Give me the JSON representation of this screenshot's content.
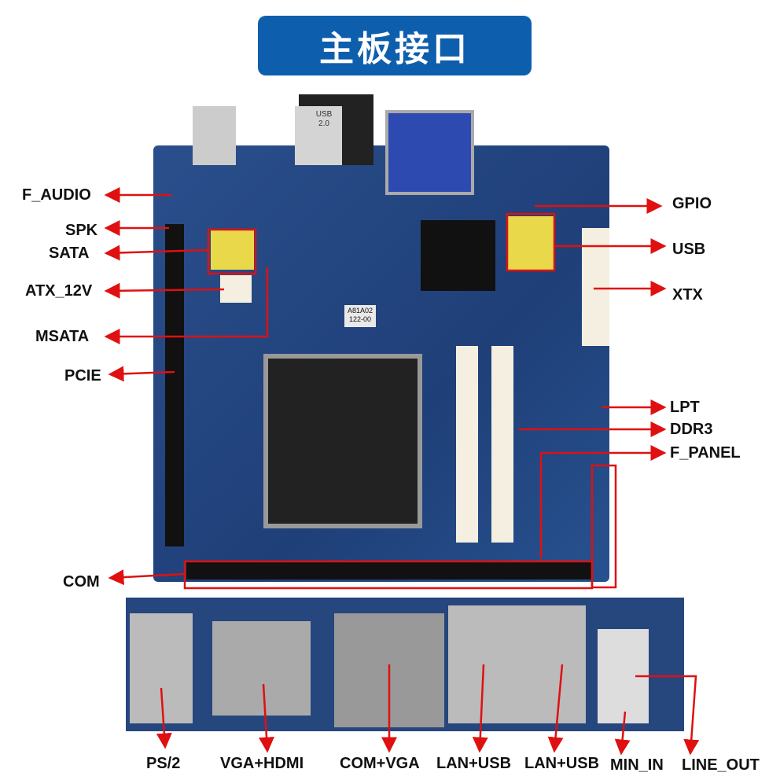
{
  "title": "主板接口",
  "labels_left": [
    "F_AUDIO",
    "SPK",
    "SATA",
    "ATX_12V",
    "MSATA",
    "PCIE",
    "COM"
  ],
  "labels_right": [
    "GPIO",
    "USB",
    "XTX",
    "LPT",
    "DDR3",
    "F_PANEL"
  ],
  "labels_bottom": [
    "PS/2",
    "VGA+HDMI",
    "COM+VGA",
    "LAN+USB",
    "LAN+USB",
    "MIN_IN",
    "LINE_OUT"
  ],
  "board_text": {
    "usb": "USB\n2.0",
    "chip": "A81A02\n122-00"
  },
  "colors": {
    "banner": "#0d5fae",
    "arrow": "#e01010",
    "board": "#1f3f78"
  }
}
